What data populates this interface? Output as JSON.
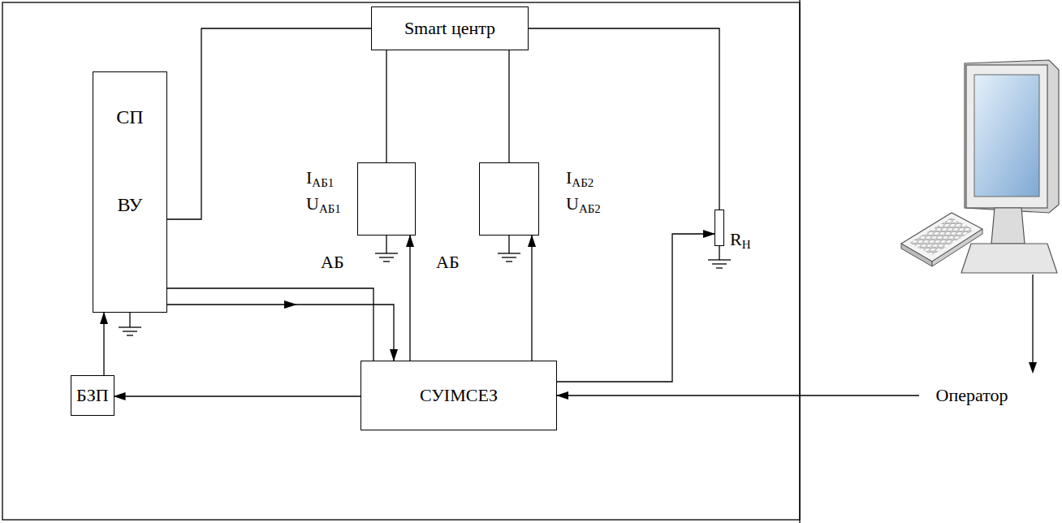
{
  "diagram": {
    "nodes": [
      {
        "text": [
          "Smart центр"
        ]
      },
      {
        "text": [
          "СП",
          "ВУ"
        ]
      },
      {
        "text": [
          "IАБ1",
          "UАБ1",
          "АБ"
        ]
      },
      {
        "text": [
          "IАБ2",
          "UАБ2",
          "АБ"
        ]
      },
      {
        "text": [
          "RН"
        ]
      },
      {
        "text": [
          "БЗП"
        ]
      },
      {
        "text": [
          "СУІМСЕЗ"
        ]
      },
      {
        "text": [
          "Оператор"
        ]
      }
    ],
    "edges": [
      {
        "from": 0,
        "to": 1,
        "arrow": "none"
      },
      {
        "from": 0,
        "to": 2,
        "arrow": "none"
      },
      {
        "from": 0,
        "to": 3,
        "arrow": "none"
      },
      {
        "from": 0,
        "to": 4,
        "arrow": "none"
      },
      {
        "from": 6,
        "to": 1,
        "arrow": "to"
      },
      {
        "from": 1,
        "to": 6,
        "arrow": "to"
      },
      {
        "from": 6,
        "to": 2,
        "arrow": "to"
      },
      {
        "from": 6,
        "to": 3,
        "arrow": "to"
      },
      {
        "from": 6,
        "to": 4,
        "arrow": "to"
      },
      {
        "from": 6,
        "to": 5,
        "arrow": "to"
      },
      {
        "from": 5,
        "to": 1,
        "arrow": "to"
      },
      {
        "from": 7,
        "to": 6,
        "arrow": "to"
      }
    ]
  }
}
